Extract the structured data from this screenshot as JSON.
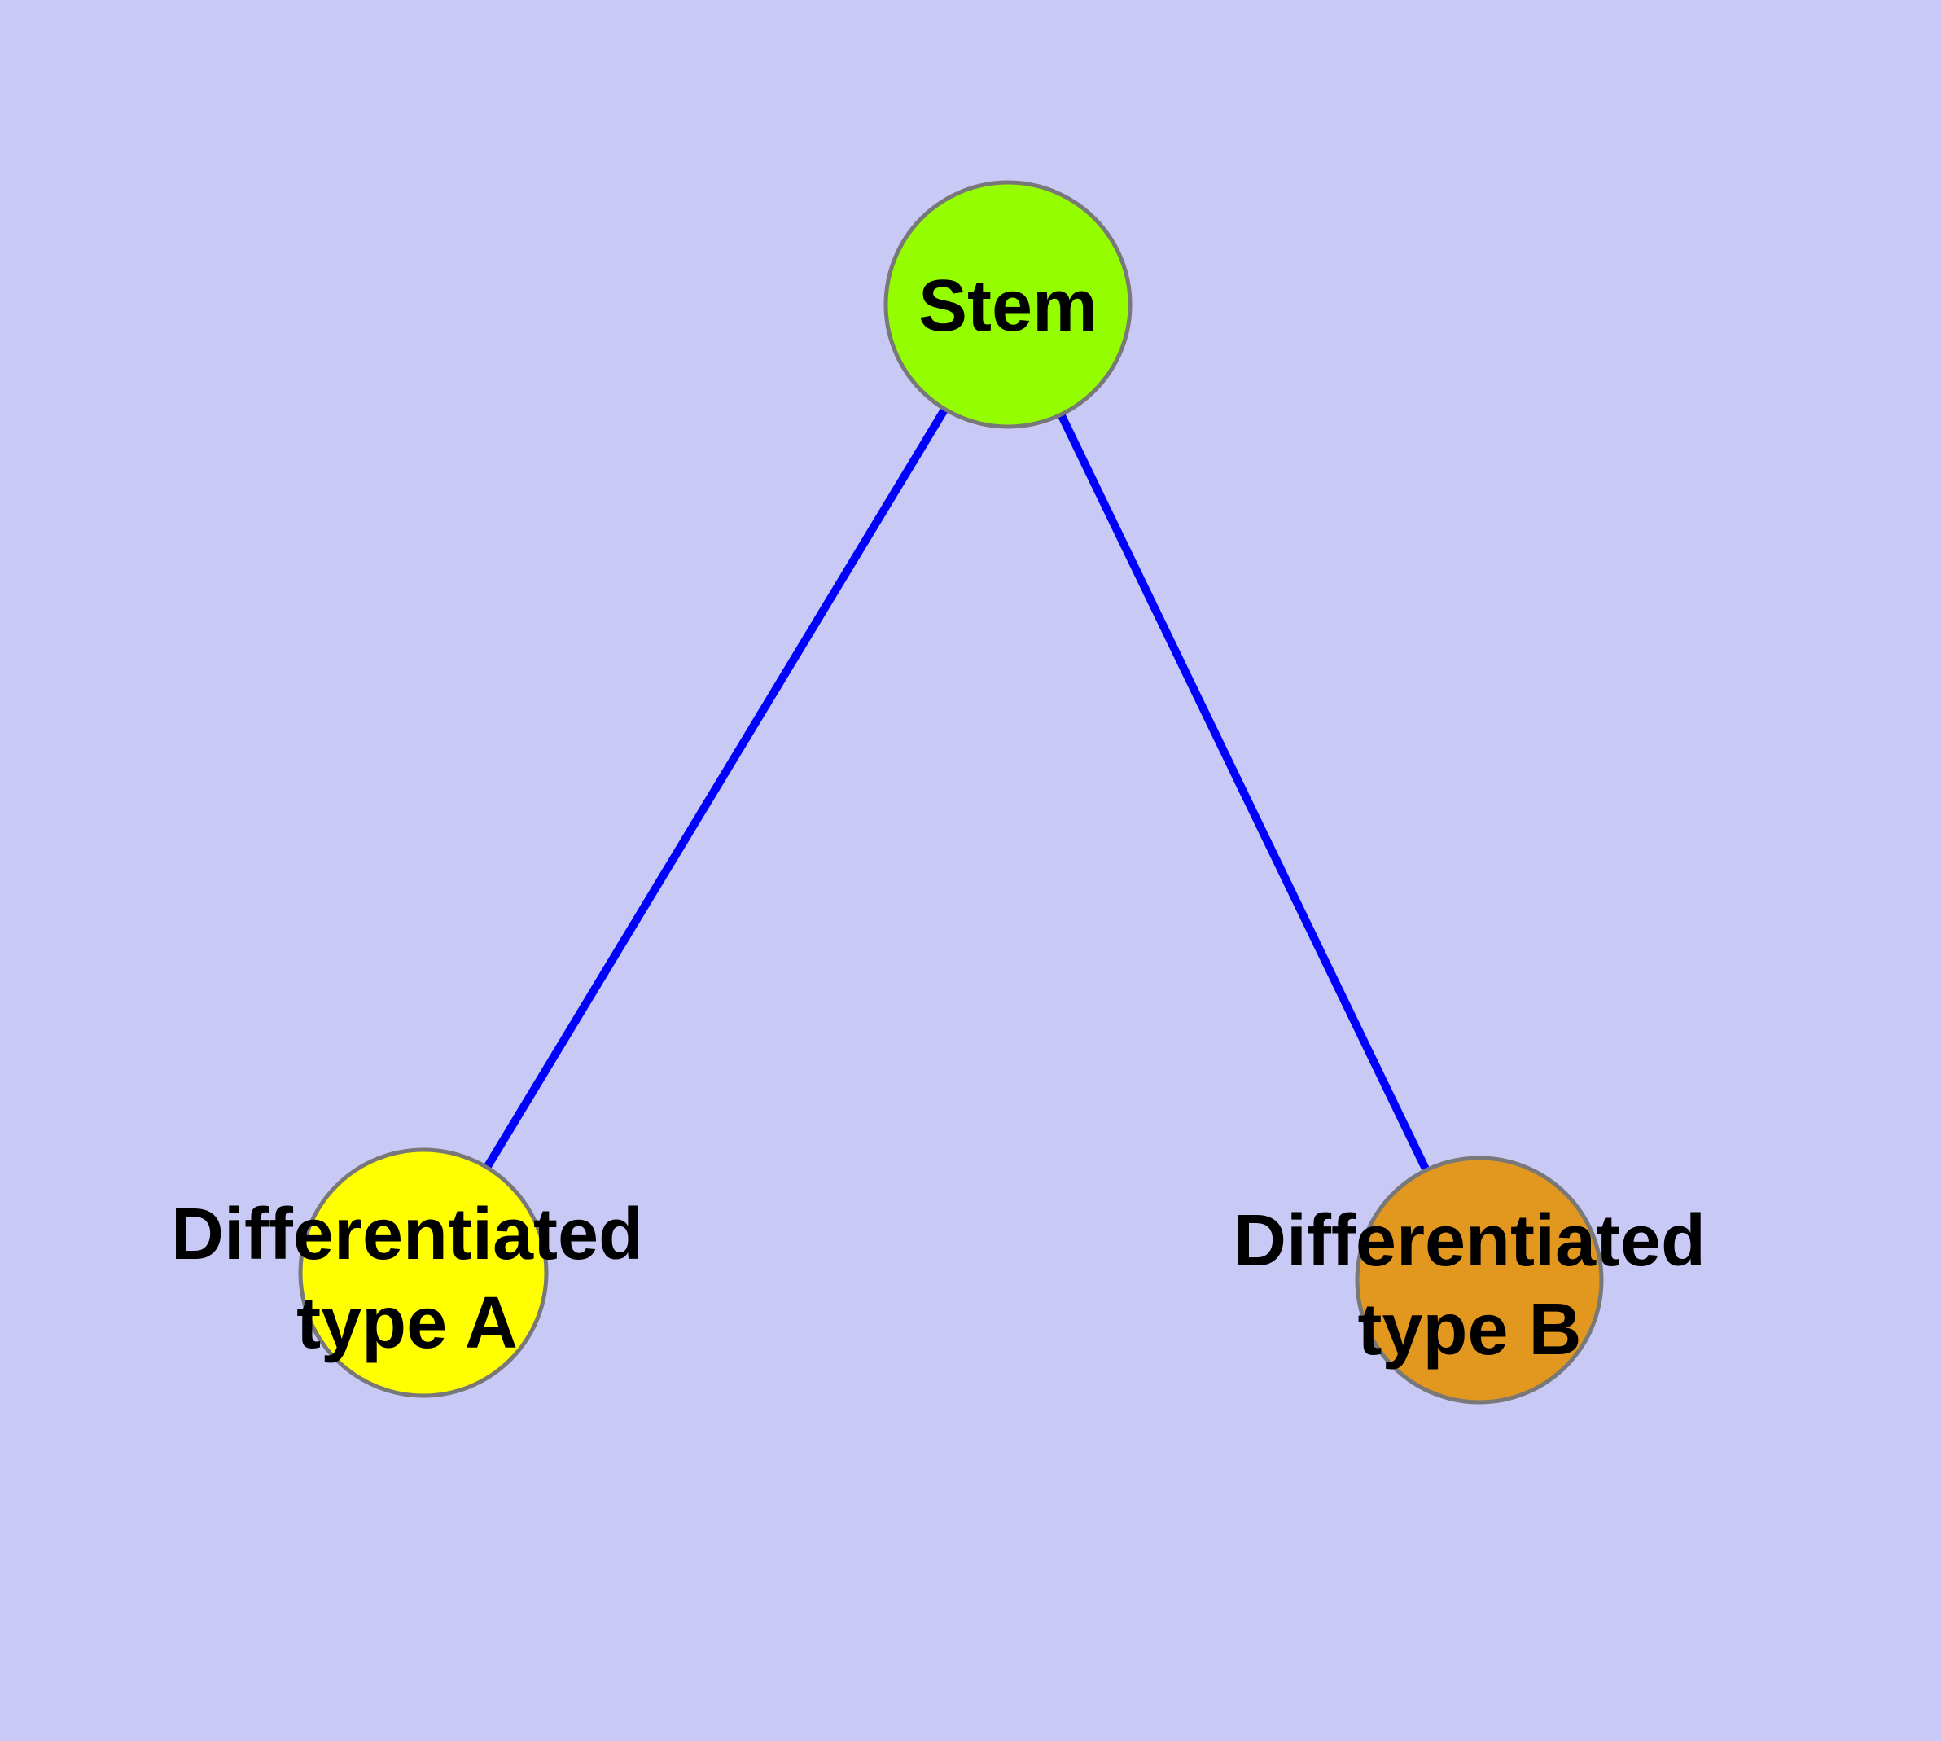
{
  "canvas": {
    "background_color": "#C9C9F6"
  },
  "diagram": {
    "type": "undirected-graph",
    "edge_color": "#0000FF",
    "node_border_color": "#787878",
    "edges": [
      {
        "from": "stem",
        "to": "differentiated-type-a"
      },
      {
        "from": "stem",
        "to": "differentiated-type-b"
      }
    ],
    "nodes": [
      {
        "id": "stem",
        "label": "Stem",
        "color": "#94FE00"
      },
      {
        "id": "differentiated-type-a",
        "label_line1": "Differentiated",
        "label_line2": "type A",
        "color": "#FFFF00"
      },
      {
        "id": "differentiated-type-b",
        "label_line1": "Differentiated",
        "label_line2": "type B",
        "color": "#E2981F"
      }
    ]
  }
}
